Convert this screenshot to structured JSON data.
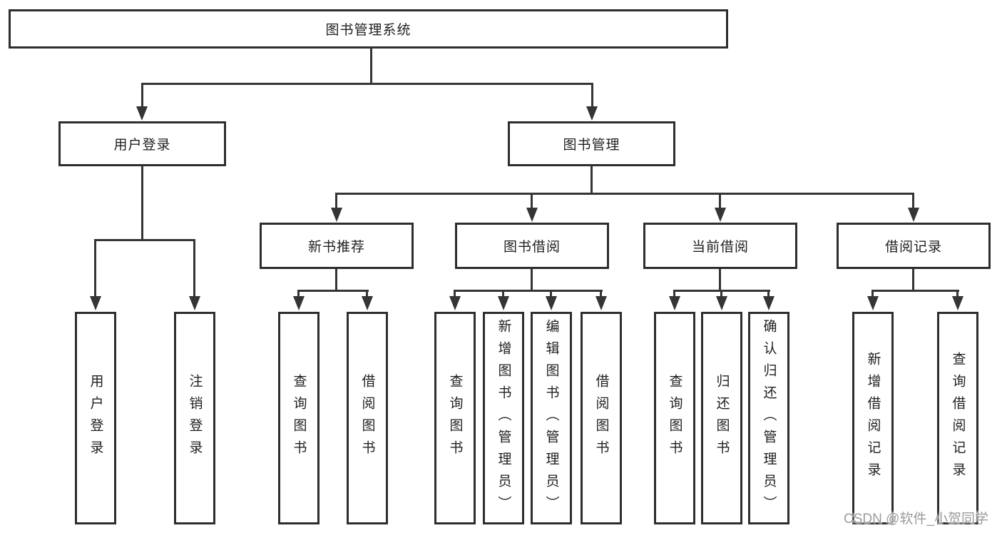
{
  "watermark": "CSDN @软件_小贺同学",
  "tree": {
    "root": {
      "label": "图书管理系统"
    },
    "branches": [
      {
        "label": "用户登录",
        "children": [
          {
            "label": "用户登录"
          },
          {
            "label": "注销登录"
          }
        ]
      },
      {
        "label": "图书管理",
        "children": [
          {
            "label": "新书推荐",
            "children": [
              {
                "label": "查询图书"
              },
              {
                "label": "借阅图书"
              }
            ]
          },
          {
            "label": "图书借阅",
            "children": [
              {
                "label": "查询图书"
              },
              {
                "label": "新增图书（管理员）"
              },
              {
                "label": "编辑图书（管理员）"
              },
              {
                "label": "借阅图书"
              }
            ]
          },
          {
            "label": "当前借阅",
            "children": [
              {
                "label": "查询图书"
              },
              {
                "label": "归还图书"
              },
              {
                "label": "确认归还（管理员）"
              }
            ]
          },
          {
            "label": "借阅记录",
            "children": [
              {
                "label": "新增借阅记录"
              },
              {
                "label": "查询借阅记录"
              }
            ]
          }
        ]
      }
    ]
  }
}
